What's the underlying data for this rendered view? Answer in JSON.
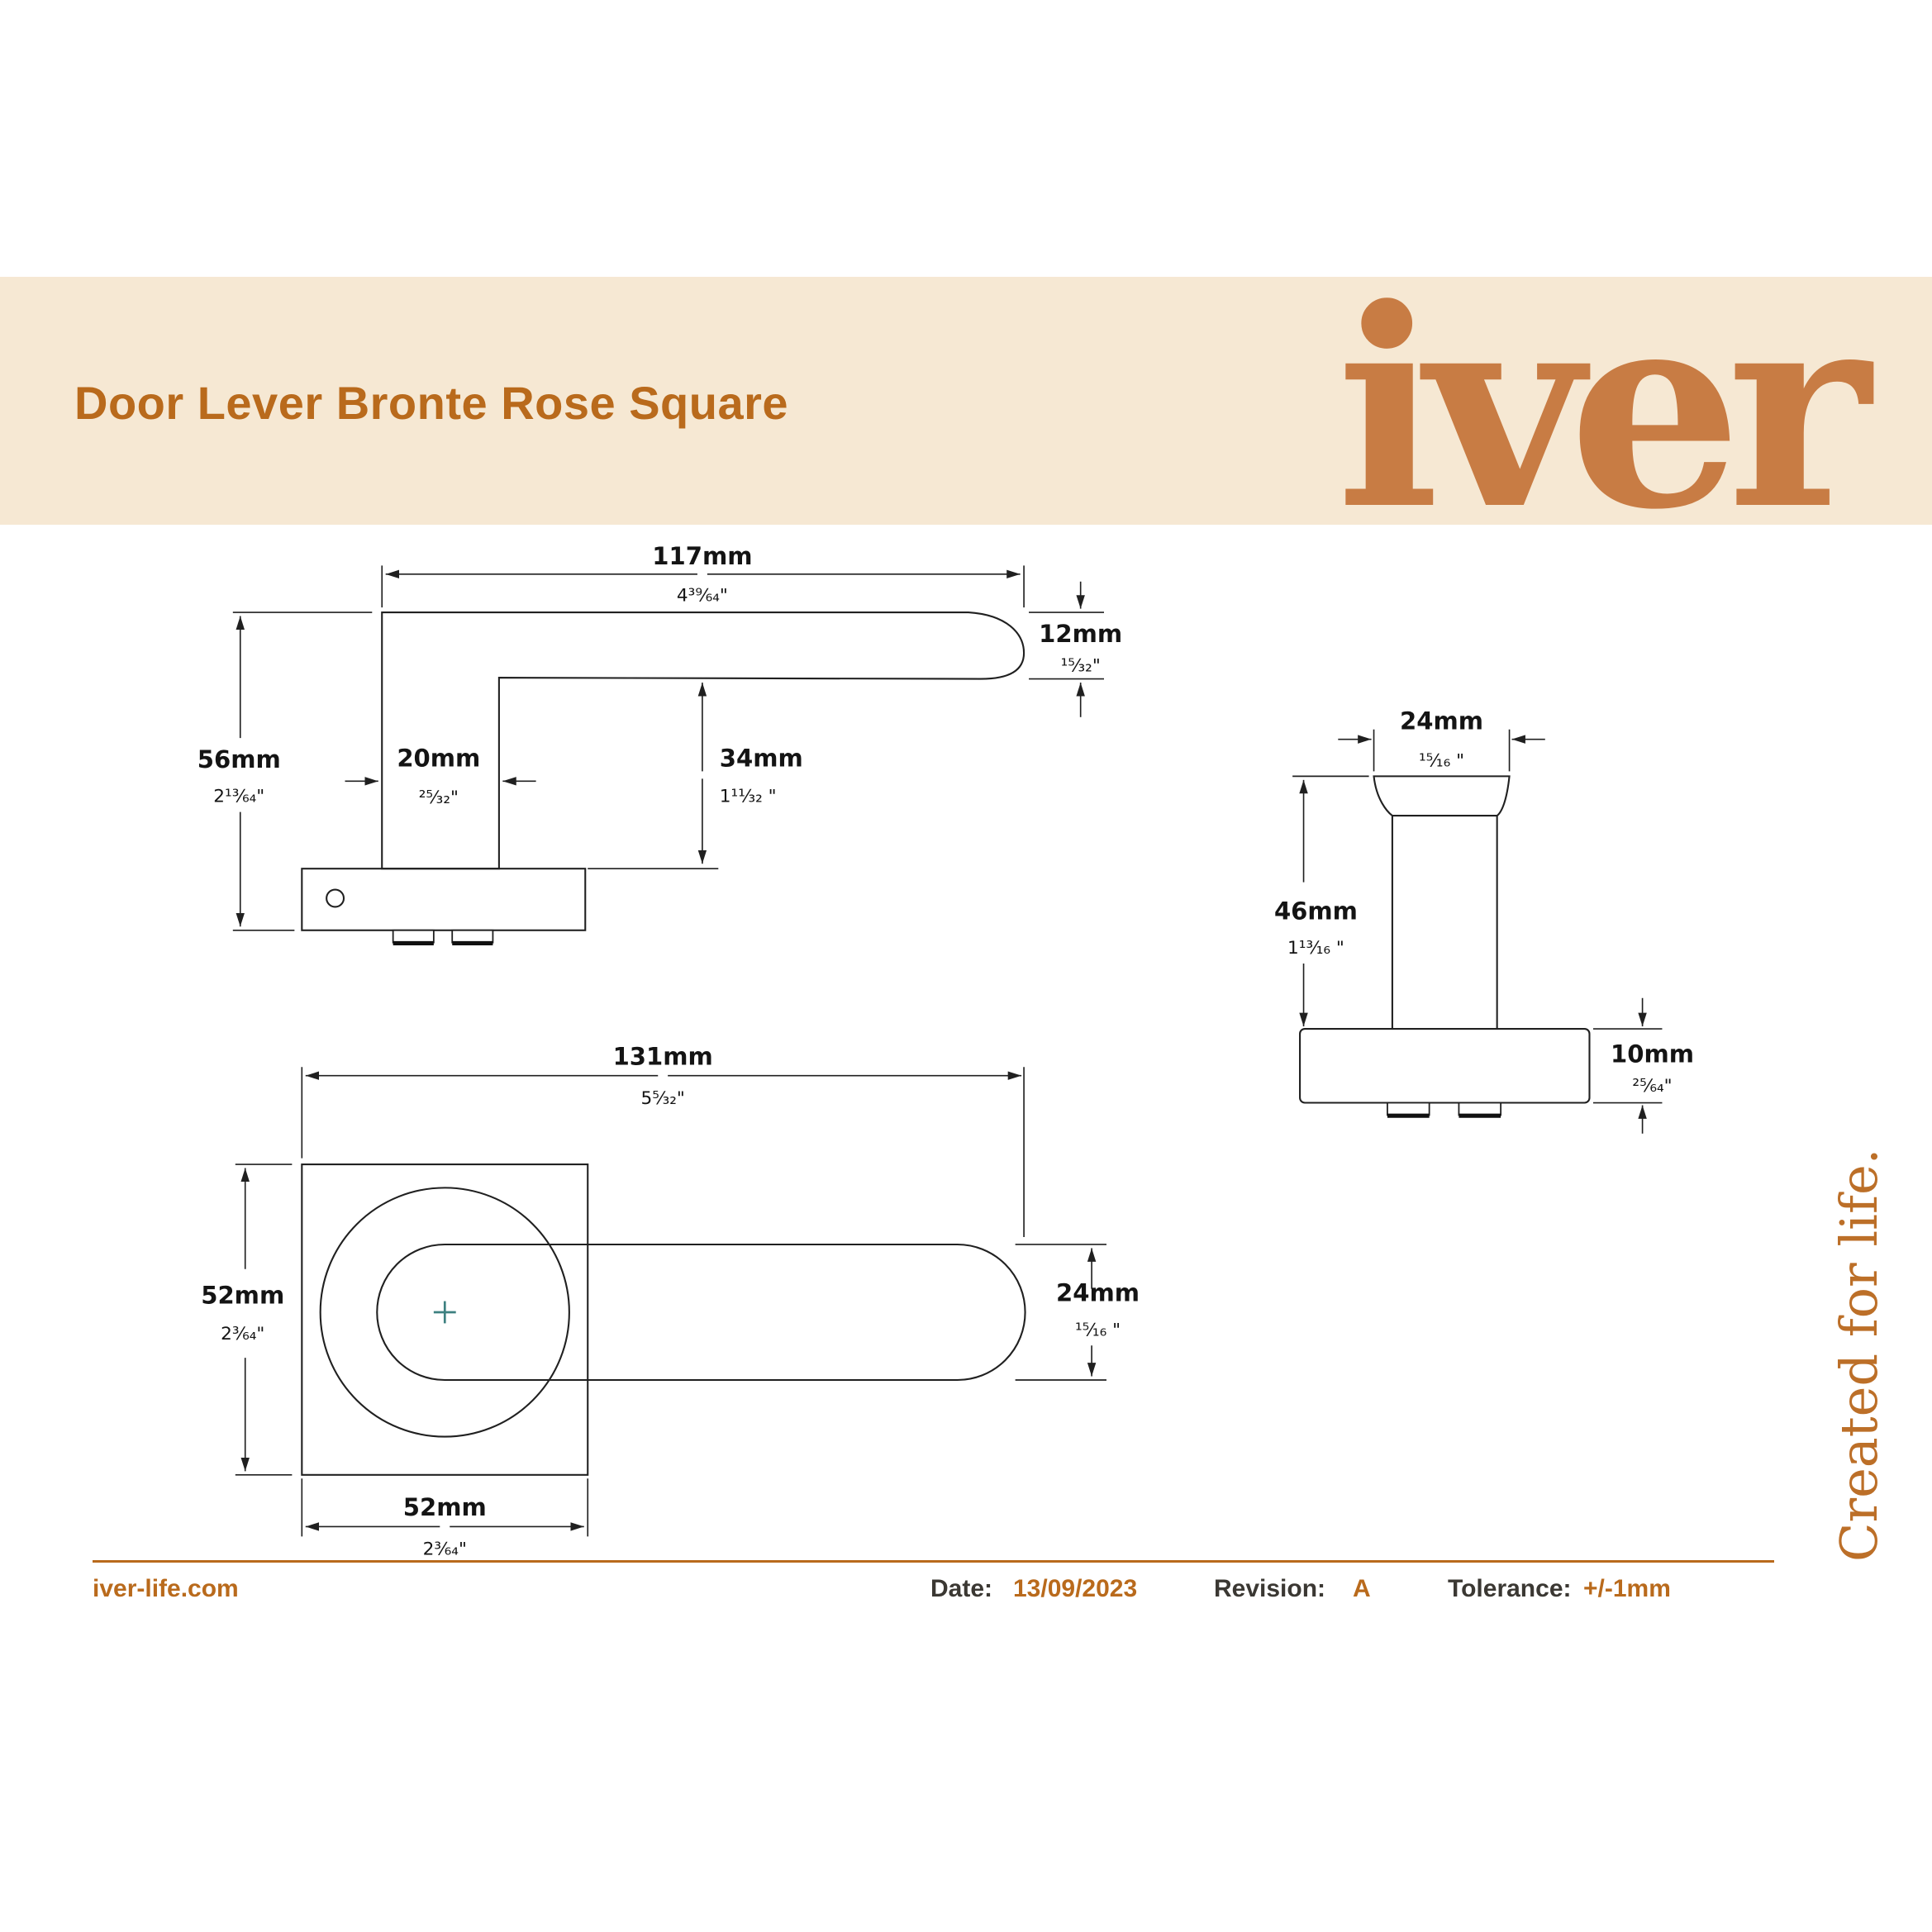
{
  "colors": {
    "band": "#f6e8d3",
    "accent": "#b96a1c",
    "logo": "#c87c44",
    "drawing_ink": "#202020",
    "crosshair": "#3d8080"
  },
  "header": {
    "title": "Door Lever Bronte Rose Square",
    "logo": "iver"
  },
  "views": {
    "side": {
      "length": {
        "mm": "117mm",
        "inch": "4³⁹⁄₆₄\""
      },
      "thickness": {
        "mm": "12mm",
        "inch": "¹⁵⁄₃₂\""
      },
      "height": {
        "mm": "56mm",
        "inch": "2¹³⁄₆₄\""
      },
      "neck": {
        "mm": "20mm",
        "inch": "²⁵⁄₃₂\""
      },
      "clearance": {
        "mm": "34mm",
        "inch": "1¹¹⁄₃₂ \""
      }
    },
    "front": {
      "width": {
        "mm": "24mm",
        "inch": "¹⁵⁄₁₆ \""
      },
      "projection": {
        "mm": "46mm",
        "inch": "1¹³⁄₁₆ \""
      },
      "rose_depth": {
        "mm": "10mm",
        "inch": "²⁵⁄₆₄\""
      }
    },
    "plan": {
      "length": {
        "mm": "131mm",
        "inch": "5⁵⁄₃₂\""
      },
      "rose_height": {
        "mm": "52mm",
        "inch": "2³⁄₆₄\""
      },
      "lever_width": {
        "mm": "24mm",
        "inch": "¹⁵⁄₁₆ \""
      },
      "rose_width": {
        "mm": "52mm",
        "inch": "2³⁄₆₄\""
      }
    }
  },
  "footer": {
    "website": "iver-life.com",
    "date_label": "Date:",
    "date_value": "13/09/2023",
    "revision_label": "Revision:",
    "revision_value": "A",
    "tolerance_label": "Tolerance:",
    "tolerance_value": "+/-1mm"
  },
  "tagline": "Created for life."
}
